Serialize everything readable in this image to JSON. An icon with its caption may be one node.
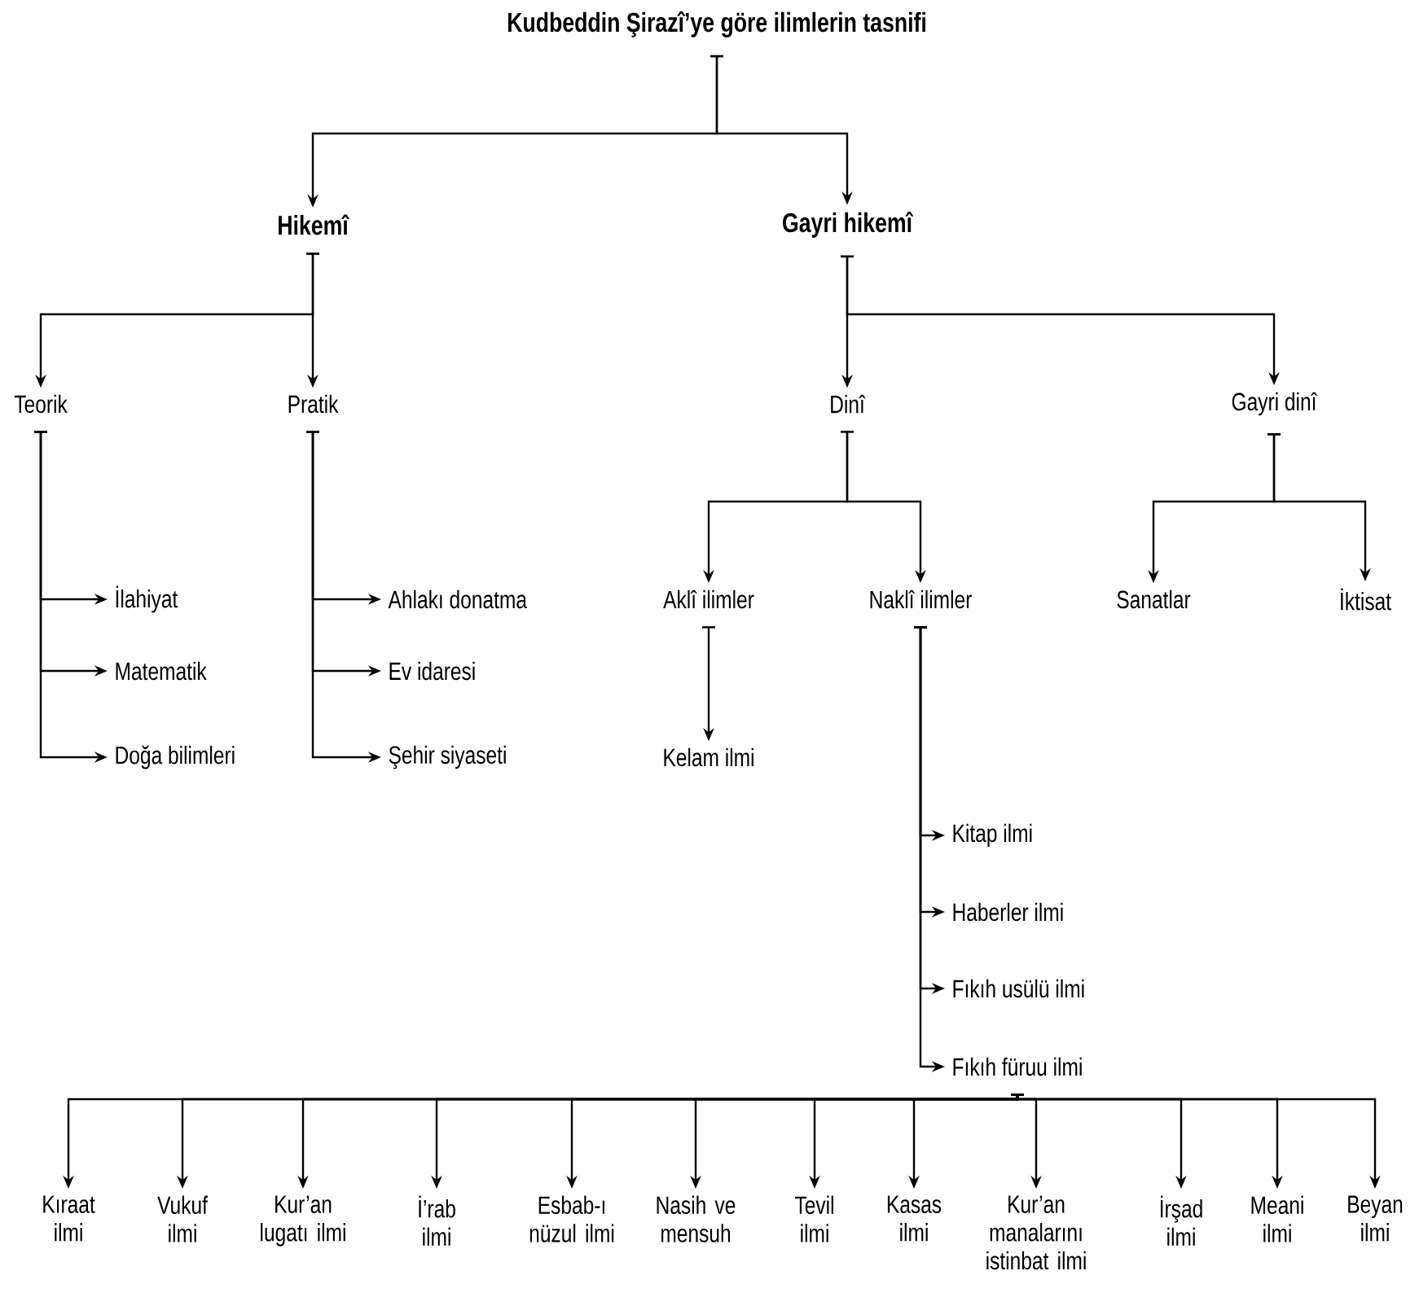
{
  "diagram": {
    "nodes": [
      {
        "text": [
          "Kudbeddin Şirazî’ye göre ilimlerin tasnifi"
        ]
      },
      {
        "text": [
          "Hikemî"
        ]
      },
      {
        "text": [
          "Gayri hikemî"
        ]
      },
      {
        "text": [
          "Teorik"
        ]
      },
      {
        "text": [
          "Pratik"
        ]
      },
      {
        "text": [
          "Dinî"
        ]
      },
      {
        "text": [
          "Gayri dinî"
        ]
      },
      {
        "text": [
          "İlahiyat"
        ]
      },
      {
        "text": [
          "Matematik"
        ]
      },
      {
        "text": [
          "Doğa bilimleri"
        ]
      },
      {
        "text": [
          "Ahlakı donatma"
        ]
      },
      {
        "text": [
          "Ev idaresi"
        ]
      },
      {
        "text": [
          "Şehir siyaseti"
        ]
      },
      {
        "text": [
          "Aklî ilimler"
        ]
      },
      {
        "text": [
          "Naklî ilimler"
        ]
      },
      {
        "text": [
          "Kelam ilmi"
        ]
      },
      {
        "text": [
          "Sanatlar"
        ]
      },
      {
        "text": [
          "İktisat"
        ]
      },
      {
        "text": [
          "Kitap ilmi"
        ]
      },
      {
        "text": [
          "Haberler ilmi"
        ]
      },
      {
        "text": [
          "Fıkıh usülü ilmi"
        ]
      },
      {
        "text": [
          "Fıkıh füruu ilmi"
        ]
      },
      {
        "text": [
          "Kıraat ilmi"
        ]
      },
      {
        "text": [
          "Vukuf ilmi"
        ]
      },
      {
        "text": [
          "Kur’an lugatı ilmi"
        ]
      },
      {
        "text": [
          "İ’rab ilmi"
        ]
      },
      {
        "text": [
          "Esbab-ı nüzul ilmi"
        ]
      },
      {
        "text": [
          "Nasih ve mensuh"
        ]
      },
      {
        "text": [
          "Tevil ilmi"
        ]
      },
      {
        "text": [
          "Kasas ilmi"
        ]
      },
      {
        "text": [
          "Kur’an manalarını istinbat ilmi"
        ]
      },
      {
        "text": [
          "İrşad ilmi"
        ]
      },
      {
        "text": [
          "Meani ilmi"
        ]
      },
      {
        "text": [
          "Beyan ilmi"
        ]
      }
    ],
    "edges": [
      {
        "from": 0,
        "to": 1,
        "arrow": "to"
      },
      {
        "from": 0,
        "to": 2,
        "arrow": "to"
      },
      {
        "from": 1,
        "to": 3,
        "arrow": "to"
      },
      {
        "from": 1,
        "to": 4,
        "arrow": "to"
      },
      {
        "from": 2,
        "to": 5,
        "arrow": "to"
      },
      {
        "from": 2,
        "to": 6,
        "arrow": "to"
      },
      {
        "from": 3,
        "to": 7,
        "arrow": "to"
      },
      {
        "from": 3,
        "to": 8,
        "arrow": "to"
      },
      {
        "from": 3,
        "to": 9,
        "arrow": "to"
      },
      {
        "from": 4,
        "to": 10,
        "arrow": "to"
      },
      {
        "from": 4,
        "to": 11,
        "arrow": "to"
      },
      {
        "from": 4,
        "to": 12,
        "arrow": "to"
      },
      {
        "from": 5,
        "to": 13,
        "arrow": "to"
      },
      {
        "from": 5,
        "to": 14,
        "arrow": "to"
      },
      {
        "from": 6,
        "to": 16,
        "arrow": "to"
      },
      {
        "from": 6,
        "to": 17,
        "arrow": "to"
      },
      {
        "from": 13,
        "to": 15,
        "arrow": "to"
      },
      {
        "from": 14,
        "to": 18,
        "arrow": "to"
      },
      {
        "from": 14,
        "to": 19,
        "arrow": "to"
      },
      {
        "from": 14,
        "to": 20,
        "arrow": "to"
      },
      {
        "from": 14,
        "to": 21,
        "arrow": "to"
      },
      {
        "from": 21,
        "to": 22,
        "arrow": "to"
      },
      {
        "from": 21,
        "to": 23,
        "arrow": "to"
      },
      {
        "from": 21,
        "to": 24,
        "arrow": "to"
      },
      {
        "from": 21,
        "to": 25,
        "arrow": "to"
      },
      {
        "from": 21,
        "to": 26,
        "arrow": "to"
      },
      {
        "from": 21,
        "to": 27,
        "arrow": "to"
      },
      {
        "from": 21,
        "to": 28,
        "arrow": "to"
      },
      {
        "from": 21,
        "to": 29,
        "arrow": "to"
      },
      {
        "from": 21,
        "to": 30,
        "arrow": "to"
      },
      {
        "from": 21,
        "to": 31,
        "arrow": "to"
      },
      {
        "from": 21,
        "to": 32,
        "arrow": "to"
      },
      {
        "from": 21,
        "to": 33,
        "arrow": "to"
      }
    ]
  }
}
